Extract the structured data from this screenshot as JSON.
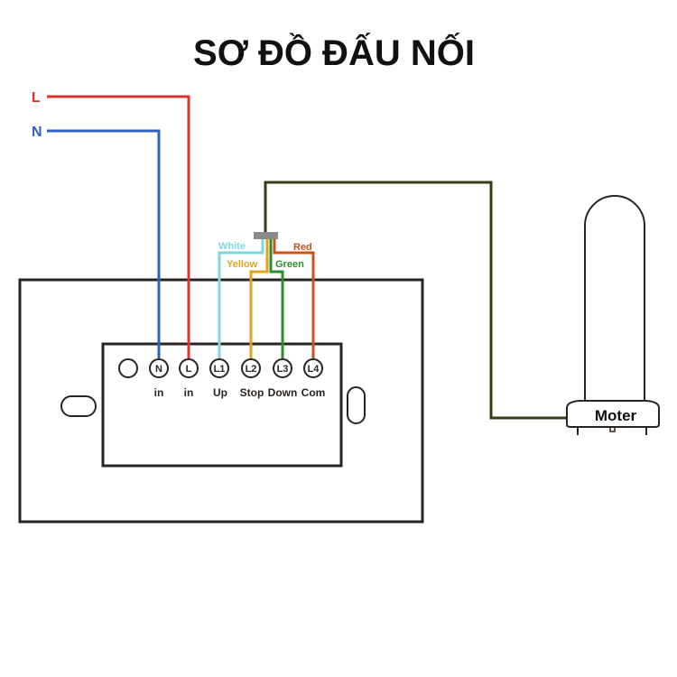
{
  "title": "SƠ ĐỒ ĐẤU NỐI",
  "supply": {
    "line": {
      "label": "L",
      "color": "#d8322c"
    },
    "neutral": {
      "label": "N",
      "color": "#2d5fc4"
    }
  },
  "wire_colors": {
    "white": {
      "label": "White",
      "color": "#7fd6e3"
    },
    "yellow": {
      "label": "Yellow",
      "color": "#e0a321"
    },
    "green": {
      "label": "Green",
      "color": "#2e8b2e"
    },
    "red": {
      "label": "Red",
      "color": "#c8521f"
    },
    "motor_cable": "#3a3a1a"
  },
  "terminals": [
    {
      "code": "",
      "function": ""
    },
    {
      "code": "N",
      "function": "in"
    },
    {
      "code": "L",
      "function": "in"
    },
    {
      "code": "L1",
      "function": "Up"
    },
    {
      "code": "L2",
      "function": "Stop"
    },
    {
      "code": "L3",
      "function": "Down"
    },
    {
      "code": "L4",
      "function": "Com"
    }
  ],
  "motor": {
    "label": "Moter"
  },
  "outline_color": "#2a2420"
}
